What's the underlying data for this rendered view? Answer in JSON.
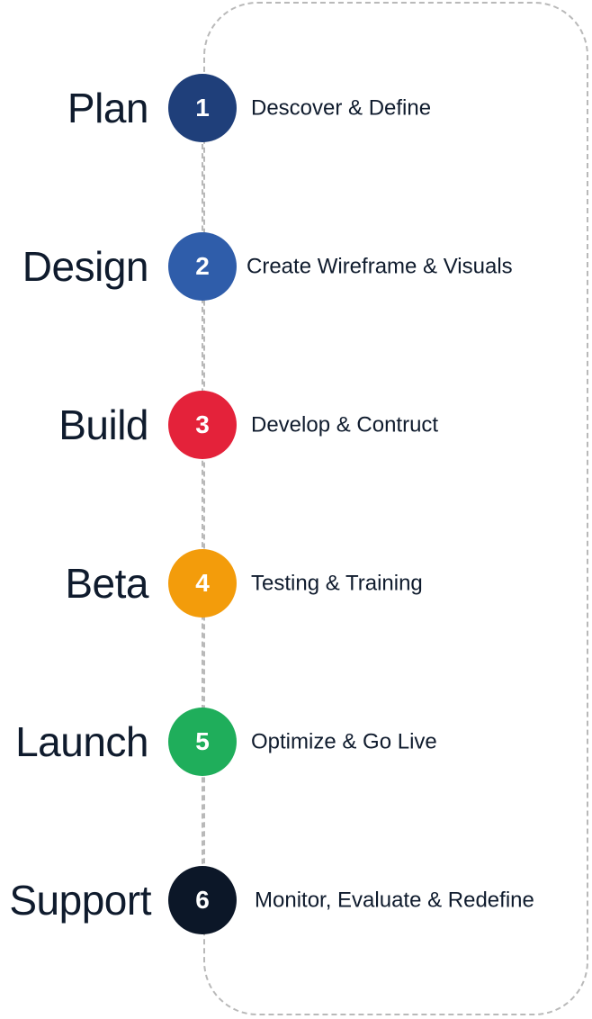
{
  "steps": [
    {
      "stage": "Plan",
      "number": "1",
      "description": "Descover & Define",
      "color": "#1f3f7a"
    },
    {
      "stage": "Design",
      "number": "2",
      "description": "Create Wireframe & Visuals",
      "color": "#2f5daa"
    },
    {
      "stage": "Build",
      "number": "3",
      "description": "Develop & Contruct",
      "color": "#e4223a"
    },
    {
      "stage": "Beta",
      "number": "4",
      "description": "Testing & Training",
      "color": "#f39c0b"
    },
    {
      "stage": "Launch",
      "number": "5",
      "description": "Optimize & Go Live",
      "color": "#1fae5b"
    },
    {
      "stage": "Support",
      "number": "6",
      "description": "Monitor, Evaluate & Redefine",
      "color": "#0c1728"
    }
  ]
}
